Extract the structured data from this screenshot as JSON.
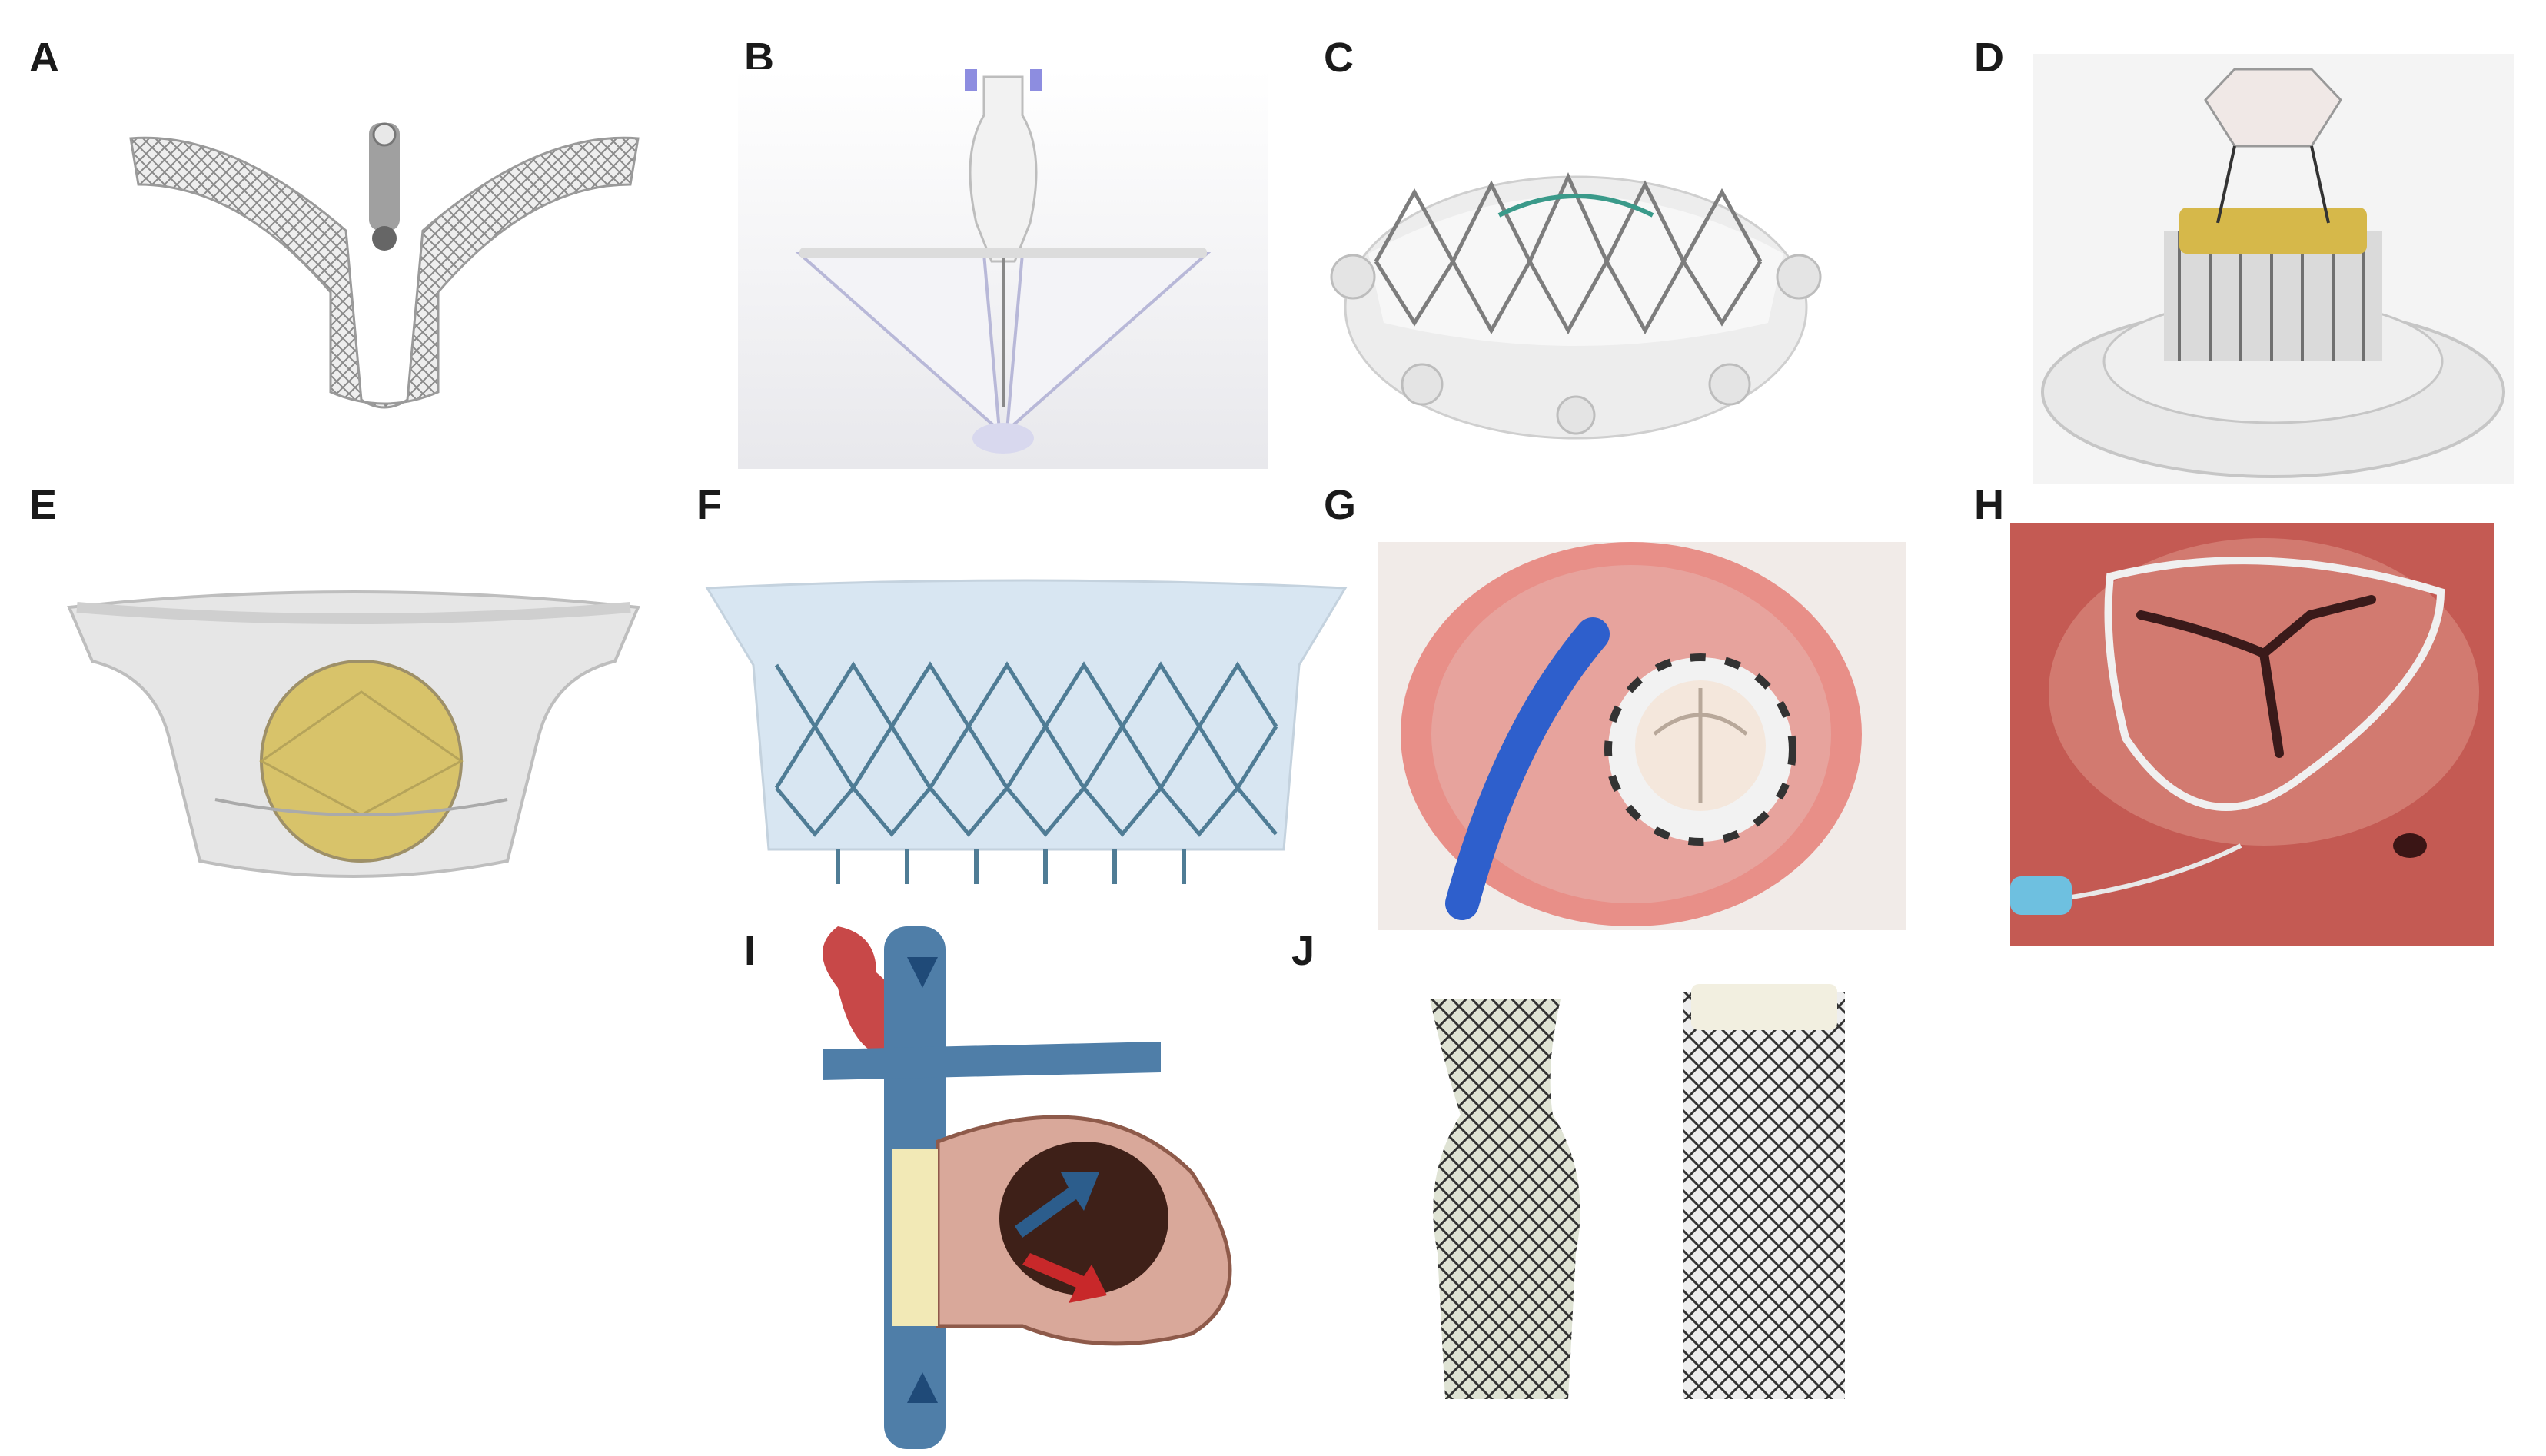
{
  "figure": {
    "panels": [
      {
        "id": "A",
        "label": "A"
      },
      {
        "id": "B",
        "label": "B"
      },
      {
        "id": "C",
        "label": "C"
      },
      {
        "id": "D",
        "label": "D"
      },
      {
        "id": "E",
        "label": "E"
      },
      {
        "id": "F",
        "label": "F"
      },
      {
        "id": "G",
        "label": "G"
      },
      {
        "id": "H",
        "label": "H"
      },
      {
        "id": "I",
        "label": "I"
      },
      {
        "id": "J",
        "label": "J"
      }
    ]
  }
}
